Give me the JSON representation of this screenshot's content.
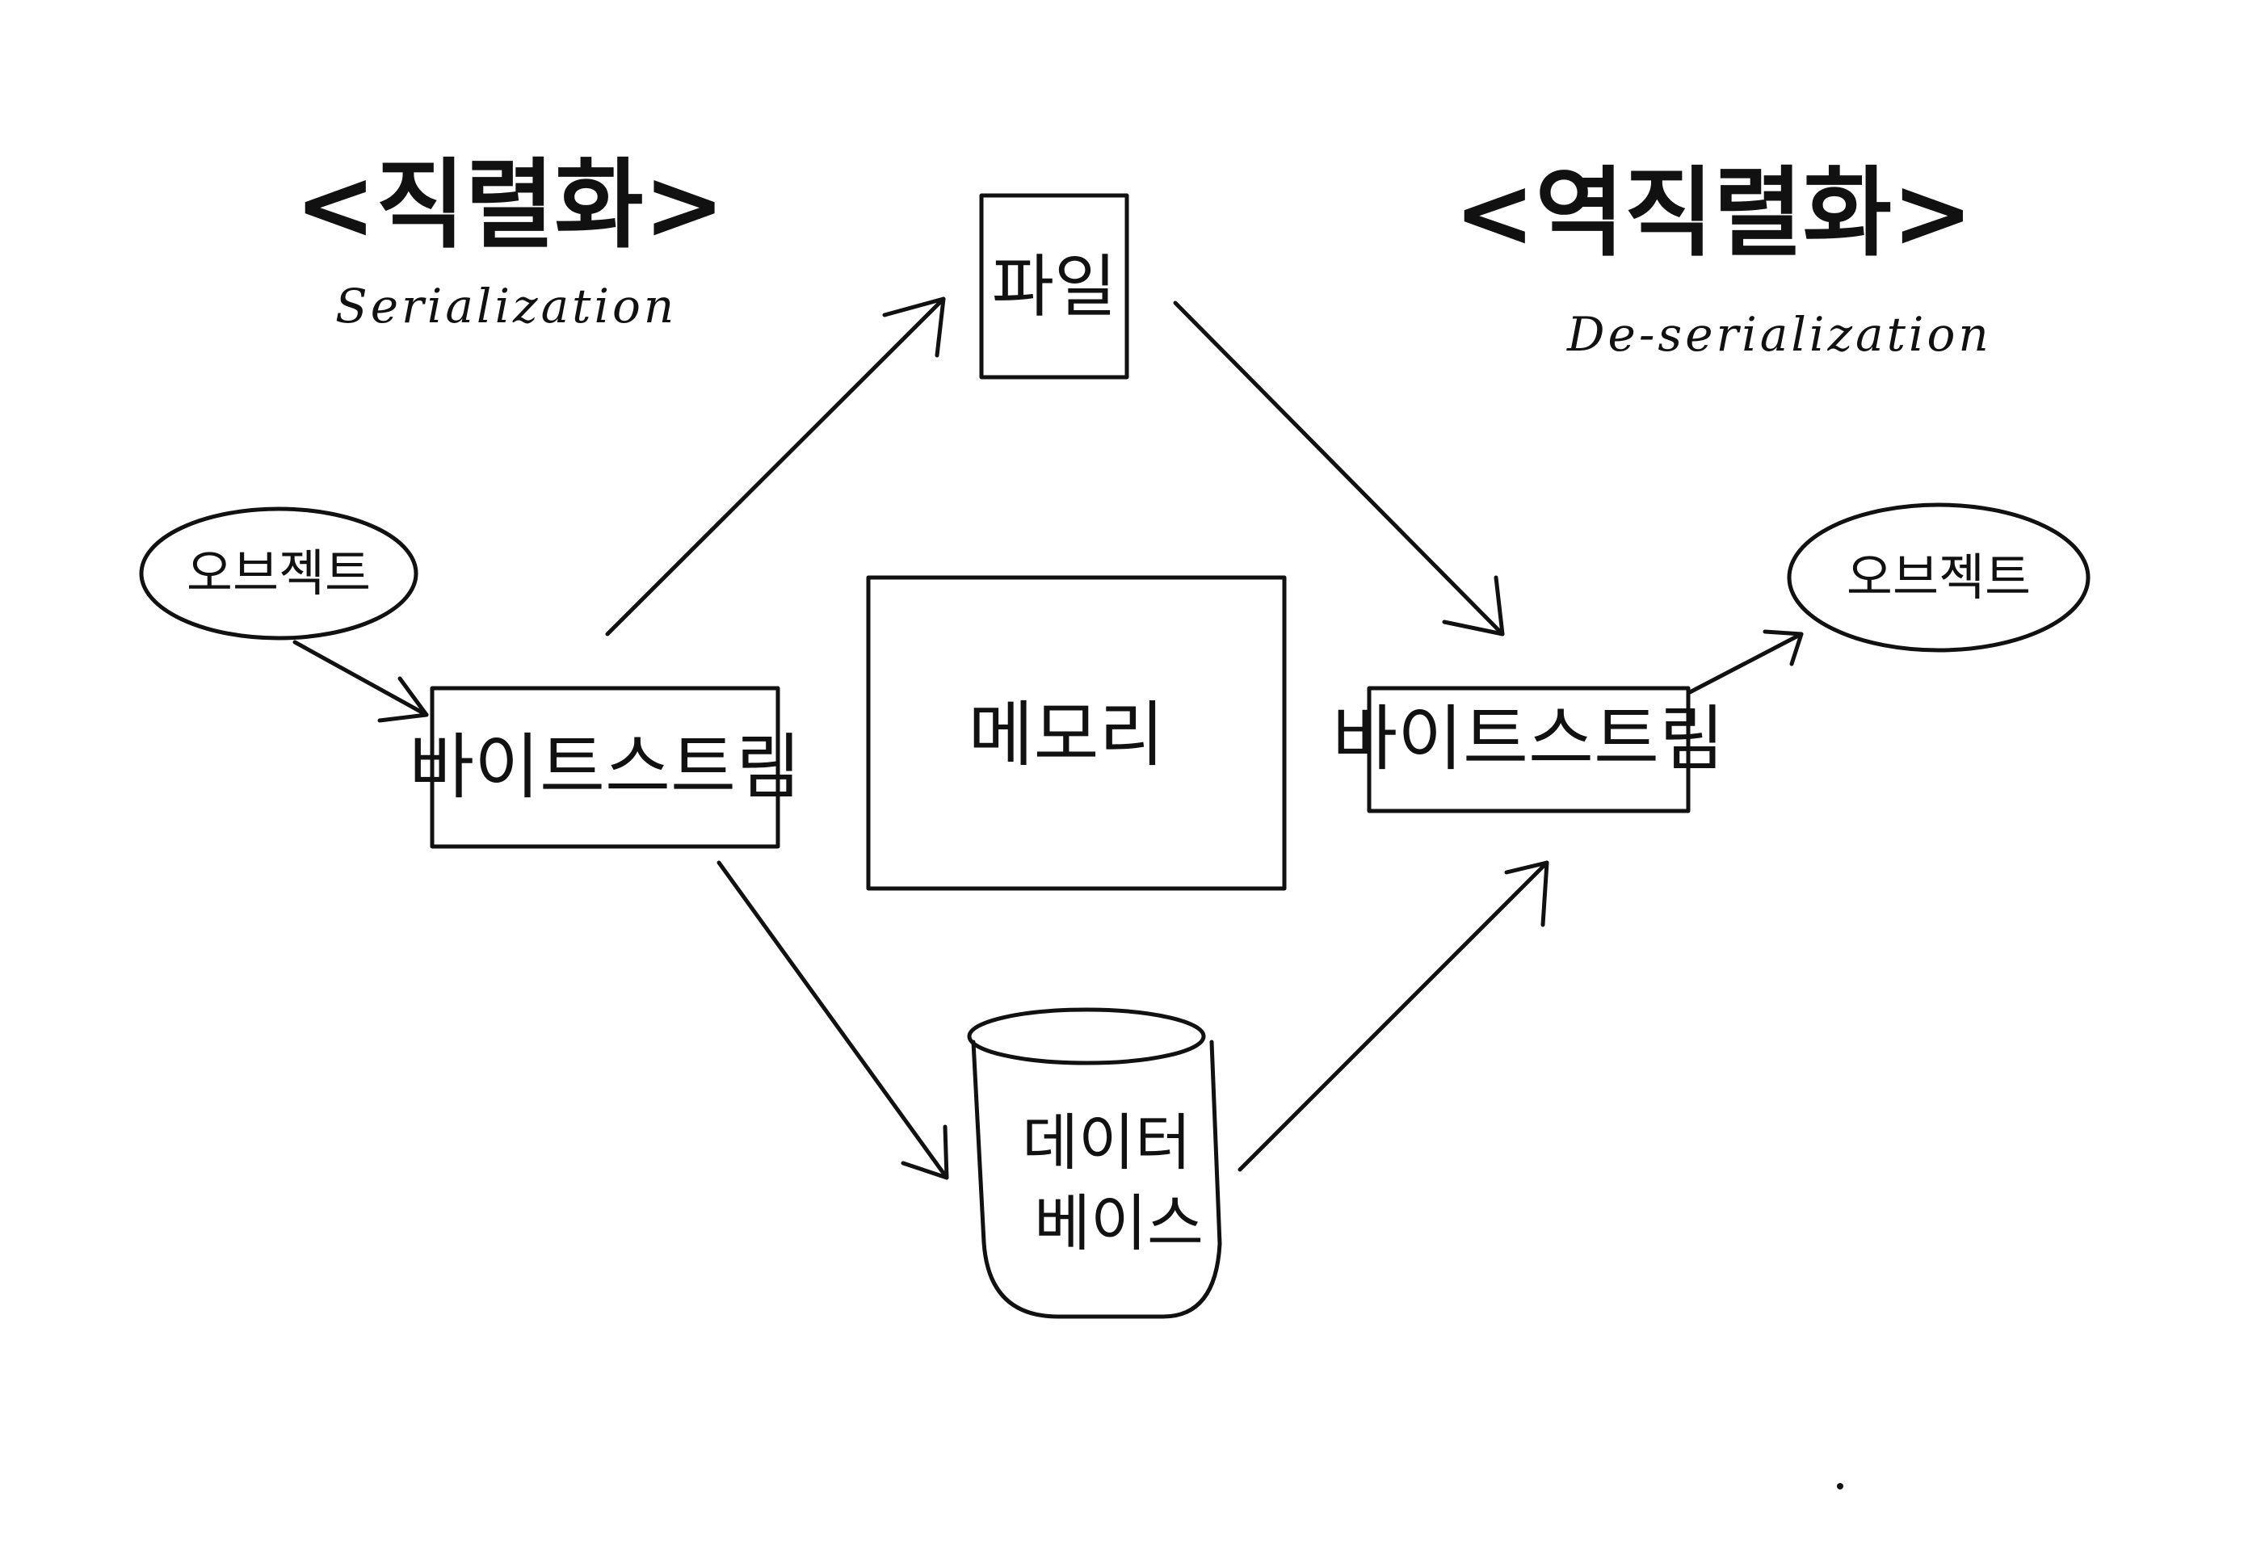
{
  "serialization": {
    "title": "<직렬화>",
    "subtitle": "Serialization"
  },
  "deserialization": {
    "title": "<역직렬화>",
    "subtitle": "De-serialization"
  },
  "nodes": {
    "object_left": "오브젝트",
    "object_right": "오브젝트",
    "stream_left": "바이트스트림",
    "stream_right": "바이트스트림",
    "memory": "메모리",
    "file": "파일",
    "database_line1": "데이터",
    "database_line2": "베이스"
  }
}
